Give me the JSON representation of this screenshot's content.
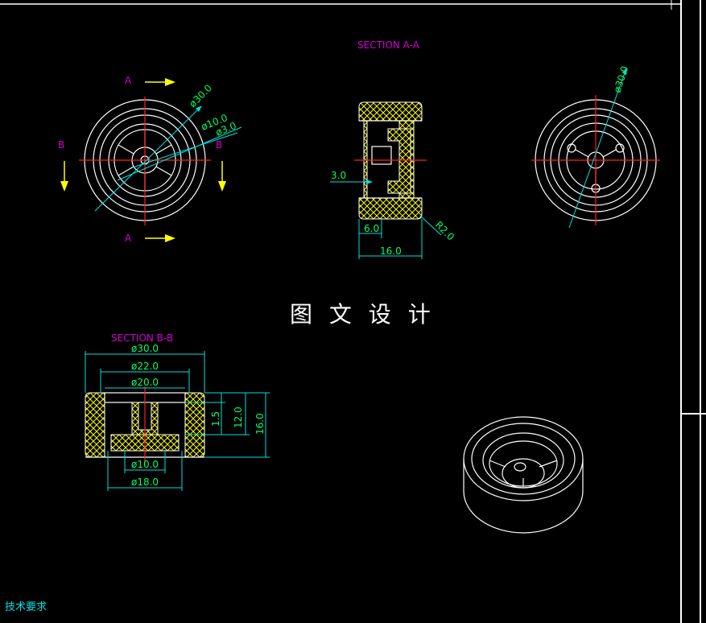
{
  "title": "图 文 设 计",
  "sections": {
    "a_a": "SECTION A-A",
    "b_b": "SECTION B-B"
  },
  "front_view": {
    "markers": {
      "a_top": "A",
      "a_bottom": "A",
      "b_left": "B",
      "b_right": "B"
    },
    "dims": {
      "d30": "ø30.0",
      "d10": "ø10.0",
      "d3": "ø3.0"
    }
  },
  "section_a": {
    "dims": {
      "d3": "3.0",
      "d6": "6.0",
      "d16": "16.0",
      "r2": "R2.0"
    }
  },
  "right_view": {
    "dims": {
      "d30": "ø30.0"
    }
  },
  "section_b": {
    "dims": {
      "d30": "ø30.0",
      "d22": "ø22.0",
      "d20": "ø20.0",
      "d10": "ø10.0",
      "d18": "ø18.0",
      "h15": "1.5",
      "h12": "12.0",
      "h16": "16.0"
    }
  },
  "notes": {
    "heading": "技术要求"
  },
  "colors": {
    "background": "#000000",
    "outline": "#ffffff",
    "centerline": "#ff2020",
    "dimension": "#00e0e0",
    "dimension_text": "#00ff66",
    "section_label": "#d200d2",
    "hatch": "#ffff00"
  }
}
